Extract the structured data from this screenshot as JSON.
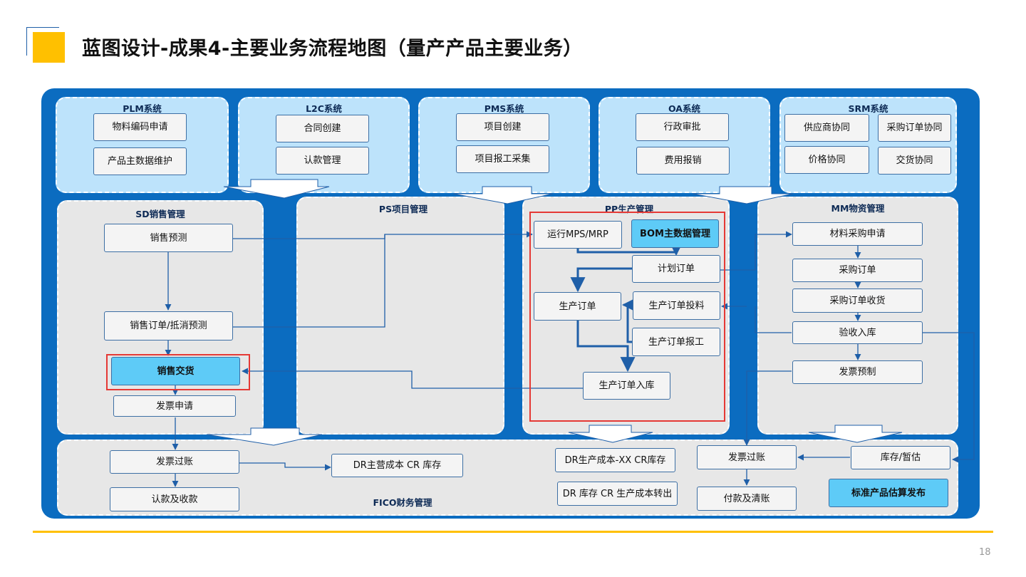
{
  "header": {
    "title": "蓝图设计-成果4-主要业务流程地图（量产产品主要业务）"
  },
  "page_number": "18",
  "colors": {
    "frame": "#0b6cc0",
    "top_panel": "#bde3fb",
    "module_panel": "#e7e7e7",
    "highlight_box": "#5ecbf7",
    "accent": "#ffc000",
    "highlight_border": "#e53935"
  },
  "systems": {
    "plm": {
      "title": "PLM系统",
      "items": [
        "物料编码申请",
        "产品主数据维护"
      ]
    },
    "l2c": {
      "title": "L2C系统",
      "items": [
        "合同创建",
        "认款管理"
      ]
    },
    "pms": {
      "title": "PMS系统",
      "items": [
        "项目创建",
        "项目报工采集"
      ]
    },
    "oa": {
      "title": "OA系统",
      "items": [
        "行政审批",
        "费用报销"
      ]
    },
    "srm": {
      "title": "SRM系统",
      "items": [
        "供应商协同",
        "采购订单协同",
        "价格协同",
        "交货协同"
      ]
    }
  },
  "sd": {
    "title": "SD销售管理",
    "items": [
      "销售预测",
      "销售订单/抵消预测",
      "销售交货",
      "发票申请"
    ]
  },
  "ps": {
    "title": "PS项目管理"
  },
  "pp": {
    "title": "PP生产管理",
    "items": [
      "运行MPS/MRP",
      "BOM主数据管理",
      "计划订单",
      "生产订单",
      "生产订单投料",
      "生产订单报工",
      "生产订单入库"
    ]
  },
  "mm": {
    "title": "MM物资管理",
    "items": [
      "材料采购申请",
      "采购订单",
      "采购订单收货",
      "验收入库",
      "发票预制"
    ]
  },
  "fico": {
    "title": "FICO财务管理",
    "items": [
      "发票过账",
      "认款及收款",
      "DR主营成本 CR 库存",
      "DR生产成本-XX CR库存",
      "DR 库存 CR 生产成本转出",
      "发票过账",
      "付款及清账",
      "库存/暂估",
      "标准产品估算发布"
    ]
  }
}
